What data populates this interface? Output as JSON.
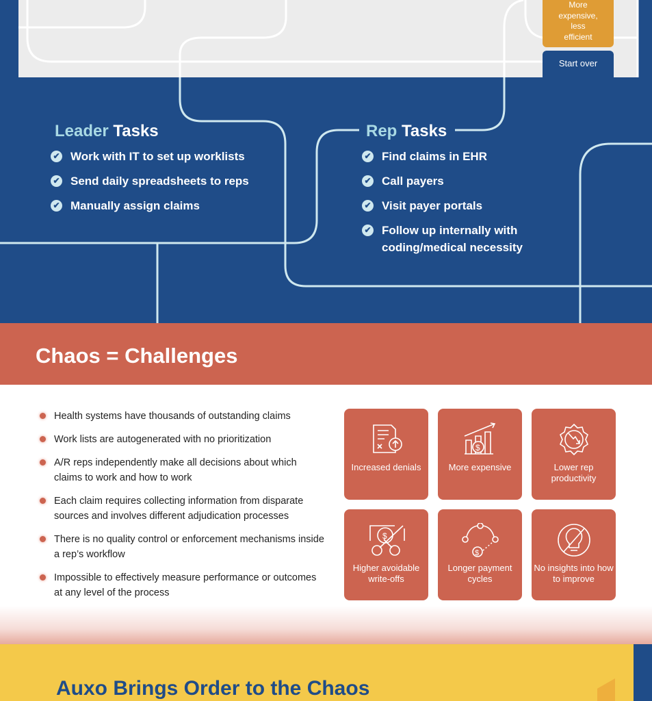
{
  "flow": {
    "outcome_box": [
      "More",
      "expensive,",
      "less",
      "efficient"
    ],
    "start_over": "Start over"
  },
  "leader": {
    "title_highlight": "Leader",
    "title_rest": " Tasks",
    "items": [
      "Work with IT to set up worklists",
      "Send daily spreadsheets to reps",
      "Manually assign claims"
    ]
  },
  "rep": {
    "title_highlight": "Rep",
    "title_rest": " Tasks",
    "items": [
      "Find claims in EHR",
      "Call payers",
      "Visit payer portals",
      "Follow up internally with coding/medical necessity"
    ]
  },
  "challenges": {
    "title": "Chaos = Challenges",
    "bullets": [
      "Health systems have thousands of outstanding claims",
      "Work lists are autogenerated with no prioritization",
      "A/R reps independently make all decisions about which claims to work and how to work",
      "Each claim requires collecting information from disparate sources and involves different adjudication processes",
      "There is no quality control or enforcement mechanisms inside a rep’s workflow",
      "Impossible to effectively measure performance or outcomes at any level of the process"
    ],
    "cards": [
      {
        "icon": "denied-document-icon",
        "label": "Increased denials"
      },
      {
        "icon": "rising-cost-chart-icon",
        "label": "More expensive"
      },
      {
        "icon": "gear-decline-icon",
        "label": "Lower rep productivity"
      },
      {
        "icon": "scissors-money-icon",
        "label": "Higher avoidable write-offs"
      },
      {
        "icon": "payment-cycle-icon",
        "label": "Longer payment cycles"
      },
      {
        "icon": "no-lightbulb-icon",
        "label": "No insights into how to improve"
      }
    ]
  },
  "order": {
    "title": "Auxo Brings Order to the Chaos"
  },
  "colors": {
    "blue": "#1f4c88",
    "orange": "#cc6450",
    "yellow": "#f4c94a",
    "amber": "#df9c35"
  }
}
